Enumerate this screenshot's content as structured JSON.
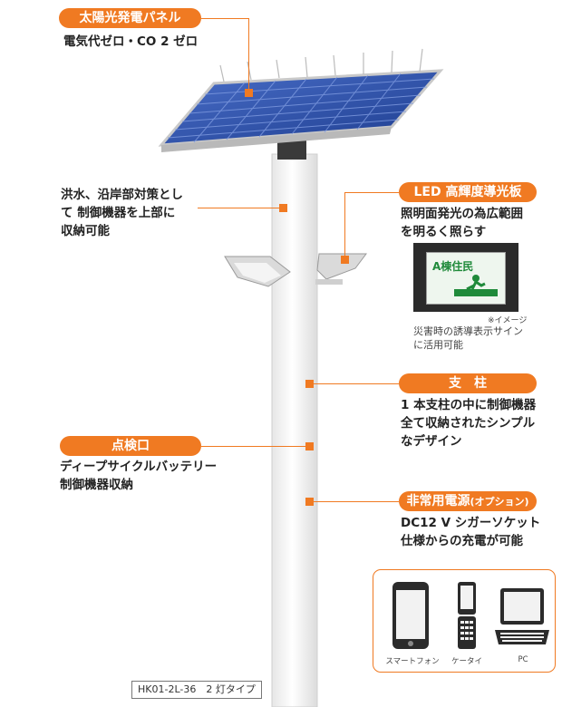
{
  "accent": "#f07a22",
  "labels": {
    "solar": {
      "badge": "太陽光発電パネル",
      "desc": "電気代ゼロ・CO 2 ゼロ"
    },
    "flood": {
      "desc": "洪水、沿岸部対策とし\nて 制御機器を上部に\n収納可能"
    },
    "led": {
      "badge": "LED 高輝度導光板",
      "desc": "照明面発光の為広範囲\nを明るく照らす"
    },
    "sign": {
      "text": "A棟住民",
      "note": "※イメージ",
      "caption": "災害時の誘導表示サイン\nに活用可能"
    },
    "pole": {
      "badge": "支　柱",
      "desc": "1 本支柱の中に制御機器\n全て収納されたシンプル\nなデザイン"
    },
    "hatch": {
      "badge": "点検口",
      "desc": "ディープサイクルバッテリー\n制御機器収納"
    },
    "power": {
      "badge_main": "非常用電源",
      "badge_sub": "(オプション)",
      "desc": "DC12 V シガーソケット\n仕様からの充電が可能"
    },
    "devices": [
      {
        "name": "スマートフォン",
        "icon": "smartphone-icon"
      },
      {
        "name": "ケータイ",
        "icon": "flip-phone-icon"
      },
      {
        "name": "PC",
        "icon": "laptop-icon"
      }
    ],
    "model": "HK01-2L-36　2 灯タイプ"
  }
}
